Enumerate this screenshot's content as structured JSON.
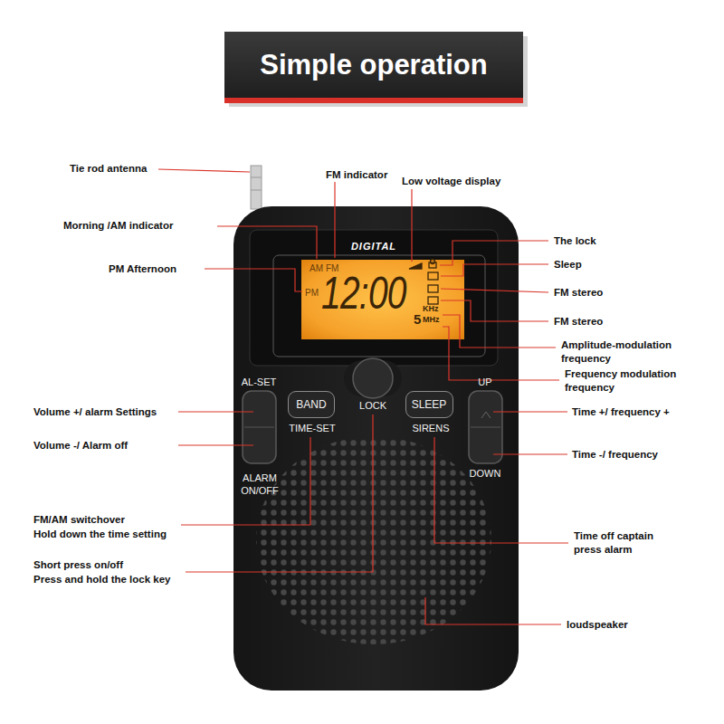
{
  "diagram": {
    "title": "Simple operation",
    "nodes": [
      {
        "text": [
          "AM",
          "FM",
          "PM",
          "12:00",
          "5",
          "KHz",
          "MHz"
        ]
      },
      {
        "text": [
          "BAND"
        ]
      },
      {
        "text": [
          "SLEEP"
        ]
      }
    ],
    "labels": [
      "Tie rod antenna",
      "FM indicator",
      "Low voltage display",
      "Morning /AM indicator",
      "The lock",
      "Sleep",
      "PM Afternoon",
      "FM stereo",
      "FM stereo",
      "Amplitude-modulation frequency",
      "Frequency modulation frequency",
      "DIGITAL",
      "AL-SET",
      "LOCK",
      "UP",
      "Volume +/ alarm Settings",
      "Time +/ frequency +",
      "TIME-SET",
      "SIRENS",
      "Volume -/ Alarm off",
      "Time -/ frequency",
      "ALARM ON/OFF",
      "DOWN",
      "FM/AM switchover",
      "Hold down the time setting",
      "Time off captain press alarm",
      "Short press on/off",
      "Press and hold the lock key",
      "loudspeaker"
    ]
  }
}
